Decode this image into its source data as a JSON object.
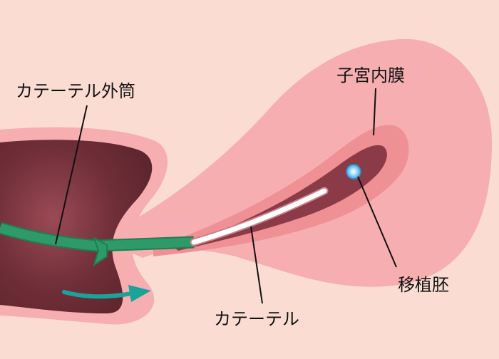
{
  "labels": {
    "outer_sheath": "カテーテル外筒",
    "endometrium": "子宮内膜",
    "catheter": "カテーテル",
    "embryo": "移植胚"
  },
  "colors": {
    "background": "#fbdcd3",
    "uterus_outer": "#f6aeb1",
    "uterus_inner": "#ef9095",
    "cavity": "#8b3a48",
    "cervix": "#6a2b35",
    "sheath": "#2e9a6a",
    "catheter": "#ffffff",
    "arrow": "#19a39a",
    "embryo": "#4db3e8"
  }
}
